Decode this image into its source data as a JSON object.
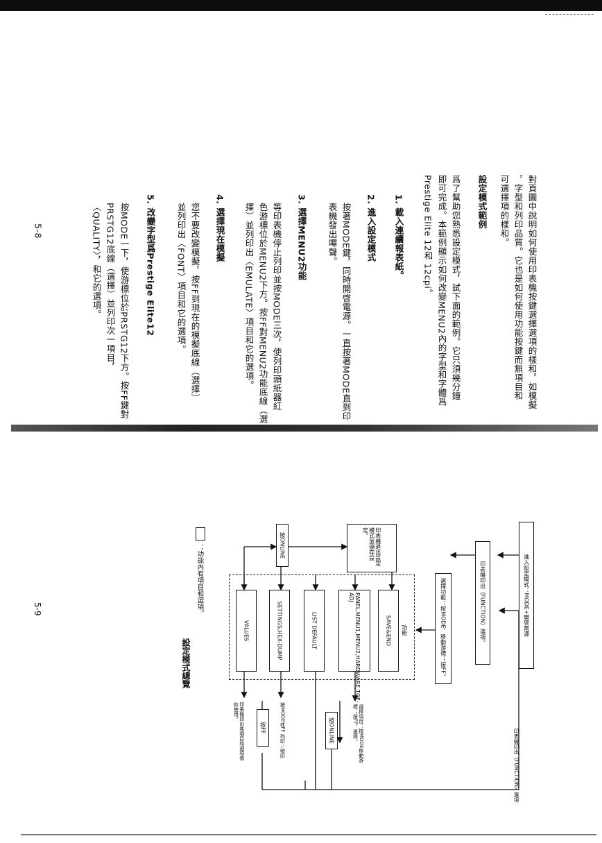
{
  "page_left": "5-8",
  "page_right": "5-9",
  "intro": {
    "line1": "對頁圖中說明如何使用印表機按鍵選擇選項的樣和，如模擬",
    "line2": "，字型和列印品質。它也是如何使用功能按鍵而無項目和",
    "line3": "可選擇項的樣和。"
  },
  "section_title": "設定模式範例",
  "example_intro": {
    "line1": "爲了幫助您熟悉設定模式，試下面的範例。它只須幾分鐘",
    "line2": "即可完成。本範例顯示如何改變MENU2內的字型和字體爲",
    "line3": "Prestige Elite 12和 12cpi。"
  },
  "steps": [
    {
      "title": "1. 載入連續報表紙。",
      "lines": []
    },
    {
      "title": "2. 進入設定模式",
      "lines": [
        "按著MODE鍵，同時開啓電源。一直按著MODE直到印",
        "表機發出嗶聲。"
      ]
    },
    {
      "title": "3. 選擇MENU2功能",
      "lines": [
        "等印表機停止列印並按MODE三次，使列印頭紙器紅",
        "色游標位於MENU2下方。按FF對MENU2功能底線（選",
        "擇）並列印出〈EMULATE〉項目和它的選項。"
      ]
    },
    {
      "title": "4. 選擇現在模擬",
      "lines": [
        "您不要改變模擬，按FF到現在的模擬底線（選擇）",
        "並列印出〈FONT〉項目和它的選項。"
      ]
    },
    {
      "title": "5. 改變字型爲Prestige Elite12",
      "lines": [
        "按MODE一下，使游標位於PRSTG12下方。按FF鍵對",
        "PRSTG12底線（選擇）並列印次一項目，",
        "〈QUALITY〉，和它的選項。"
      ]
    }
  ],
  "diagram": {
    "title": "設定模式總覽",
    "legend_text": "：功能內有項目和選項。",
    "boxes": {
      "enter_setup": "進入設定模式：MODE+開啓電源",
      "print_function": "印表機印出〈FUNCTION〉選項。",
      "select_function": "選擇功能：按MODE，移動游標；按FF。",
      "save_end": "SAVE&END",
      "panel_menu": "PANEL,MENU1,MENU2,HARDWARE,TOF-ADJ",
      "list_default": "LIST DEFAULT",
      "settings_hexdump": "SETTINGS,HEX-DUMP",
      "values": "VALUES",
      "online_top": "按ONLINE",
      "online_mid": "按ONLINE",
      "ff_small": "按FF",
      "exit_setup": "印表機退出設定模式並儲存設定。"
    },
    "notes": {
      "top_right": "印表機印出〈FUNCTION〉選項",
      "select_item": "選擇項目：按MODE移動游標；按FF，選擇。",
      "print_hex": "按MODE或FF 列印／傾印",
      "print_values": "印表機印出各項目和選項值和使用。"
    },
    "dashed_label": "功能"
  }
}
